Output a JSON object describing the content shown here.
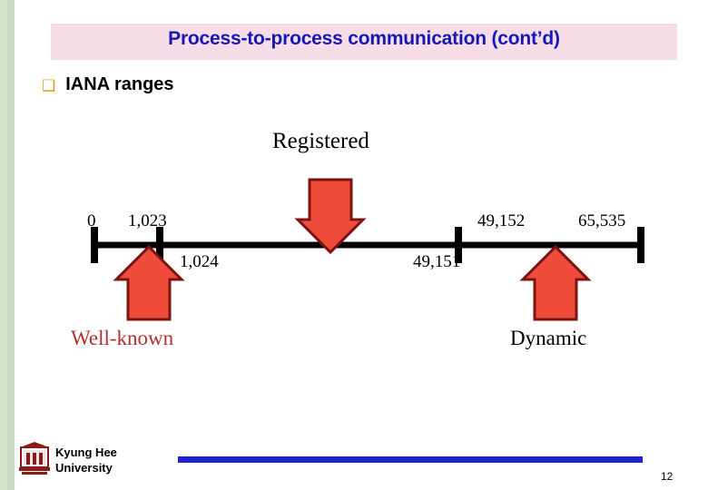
{
  "slide": {
    "title": "Process-to-process communication (cont’d)",
    "title_color": "#1618b5",
    "banner_color": "#f7dde8",
    "page_number": "12"
  },
  "bullet": {
    "glyph": "❑",
    "glyph_color": "#d89a12",
    "label": "IANA ranges"
  },
  "diagram": {
    "type": "number-line-ranges",
    "range_label_top": "Registered",
    "range_label_left": "Well-known",
    "range_label_right": "Dynamic",
    "well_known_color": "#b03030",
    "dynamic_color": "#000000",
    "arrow_fill": "#ef4b3a",
    "arrow_stroke": "#7d1410",
    "ticks": [
      {
        "name": "start",
        "label": "0",
        "position": "above"
      },
      {
        "name": "well-known-end",
        "label": "1,023",
        "position": "above"
      },
      {
        "name": "registered-start",
        "label": "1,024",
        "position": "below"
      },
      {
        "name": "registered-end",
        "label": "49,151",
        "position": "below"
      },
      {
        "name": "dynamic-start",
        "label": "49,152",
        "position": "above"
      },
      {
        "name": "dynamic-end",
        "label": "65,535",
        "position": "above"
      }
    ]
  },
  "footer": {
    "university_line1": "Kyung Hee",
    "university_line2": "University",
    "rule_color": "#2222cc",
    "logo_icon": "university-crest-icon"
  }
}
